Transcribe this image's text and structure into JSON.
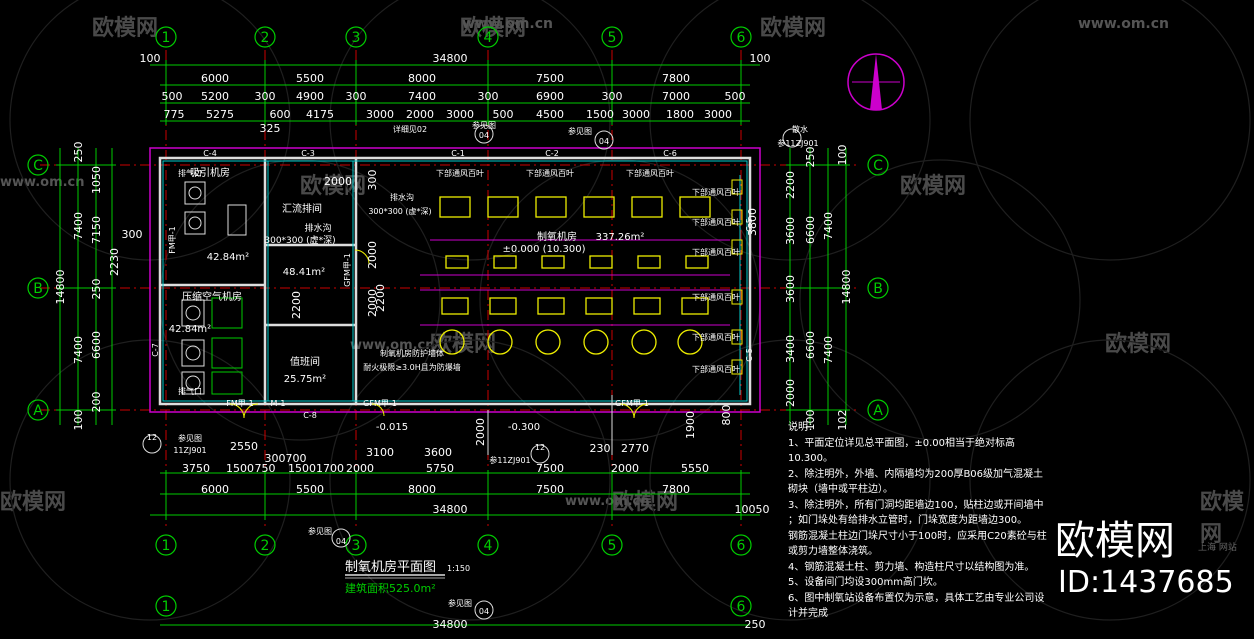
{
  "watermarks": {
    "logo": "欧模网",
    "url": "www.om.cn"
  },
  "grid": {
    "cols": [
      "1",
      "2",
      "3",
      "4",
      "5",
      "6"
    ],
    "rows": [
      "A",
      "B",
      "C"
    ]
  },
  "dims": {
    "overall": "34800",
    "spans": [
      "6000",
      "5500",
      "8000",
      "7500",
      "7800"
    ],
    "row2": [
      "500",
      "5200",
      "300",
      "4900",
      "300",
      "7400",
      "300",
      "6900",
      "300",
      "7000",
      "500"
    ],
    "row3": [
      "775",
      "5275",
      "325",
      "600",
      "4175",
      "3000",
      "2000",
      "3000",
      "500",
      "4500",
      "1500",
      "3000",
      "1800",
      "3000"
    ],
    "bottom1": [
      "3750",
      "1500",
      "750",
      "1500",
      "1700",
      "2000",
      "3100",
      "5750",
      "7500",
      "2000",
      "5550"
    ],
    "bottom_extra": [
      "2550",
      "300",
      "700",
      "3600",
      "2770",
      "230",
      "1900",
      "800"
    ],
    "left_outer": "14800",
    "left_mid": [
      "7400",
      "7400"
    ],
    "left_inner": [
      "7150",
      "6600"
    ],
    "left_small": [
      "250",
      "1050",
      "300",
      "2230",
      "250",
      "200",
      "100"
    ],
    "right_outer": "14800",
    "right_mid": [
      "7400",
      "7400"
    ],
    "right_inner": [
      "6600",
      "6600"
    ],
    "right_small": [
      "2200",
      "3600",
      "3600",
      "3400",
      "2000",
      "250",
      "100",
      "102"
    ],
    "misc": [
      "100",
      "10050",
      "3800",
      "2200",
      "2000",
      "2000",
      "2200",
      "2000"
    ]
  },
  "rooms": {
    "r1": "吸引机房",
    "r2": "汇流排间",
    "r3": "48.41m²",
    "r4": "300*300 (虚*深)",
    "r5": "排水沟",
    "r6": "压缩空气机房",
    "r7": "42.84m²",
    "r8": "42.84m²",
    "r9": "值班间",
    "r10": "25.75m²",
    "r11": "制氧机房",
    "r12": "337.26m²",
    "r13": "±0.000 (10.300)",
    "r14": "300*300 (虚*深)",
    "r15": "排水沟",
    "r16": "制氧机房防护墙体",
    "r17": "耐火极限≥3.0H且为防爆墙",
    "r18": "-0.015",
    "r19": "-0.300"
  },
  "tags": {
    "c4": "C-4",
    "c3": "C-3",
    "c1": "C-1",
    "c2": "C-2",
    "c6": "C-6",
    "c5": "C-5",
    "c7": "C-7",
    "c8": "C-8",
    "m1": "M-1",
    "fm1": "FM甲-1",
    "gfm": "GFM甲-1",
    "gfm2": "GFM甲-1",
    "exhaust": "下部通风百叶",
    "j1": "排气口",
    "det": "详细见02",
    "ref": "参见图",
    "ref2": "04",
    "ref3": "12",
    "ref4": "11ZJ901",
    "ref5": "参11ZJ901",
    "ref6": "散水",
    "ref7": "参11ZJ901"
  },
  "title": {
    "main": "制氧机房平面图",
    "scale": "1:150",
    "area": "建筑面积525.0m²"
  },
  "notes": {
    "head": "说明：",
    "l1": "1、平面定位详见总平面图，±0.00相当于绝对标高",
    "l2": "10.300。",
    "l3": "2、除注明外，外墙、内隔墙均为200厚B06级加气混凝土",
    "l4": "砌块（墙中或平柱边）。",
    "l5": "3、除注明外，所有门洞均距墙边100，贴柱边或开间墙中",
    "l6": "；如门垛处有给排水立管时，门垛宽度为距墙边300。",
    "l7": "钢筋混凝土柱边门垛尺寸小于100时，应采用C20素砼与柱",
    "l8": "或剪力墙整体浇筑。",
    "l9": "4、钢筋混凝土柱、剪力墙、构造柱尺寸以结构图为准。",
    "l10": "5、设备间门均设300mm高门坎。",
    "l11": "6、图中制氧站设备布置仅为示意，具体工艺由专业公司设",
    "l12": "计并完成"
  },
  "brand": {
    "logo": "欧模网",
    "id": "ID:1437685",
    "sub": "上海 网站"
  }
}
